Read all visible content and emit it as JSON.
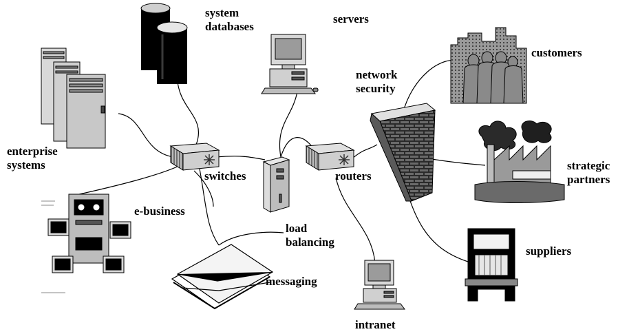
{
  "labels": {
    "system_databases": [
      "system",
      "databases"
    ],
    "servers": "servers",
    "customers": "customers",
    "network_security": [
      "network",
      "security"
    ],
    "enterprise_systems": [
      "enterprise",
      "systems"
    ],
    "switches": "switches",
    "routers": "routers",
    "strategic_partners": [
      "strategic",
      "partners"
    ],
    "e_business": "e-business",
    "load_balancing": [
      "load",
      "balancing"
    ],
    "suppliers": "suppliers",
    "messaging": "messaging",
    "intranet": "intranet"
  }
}
